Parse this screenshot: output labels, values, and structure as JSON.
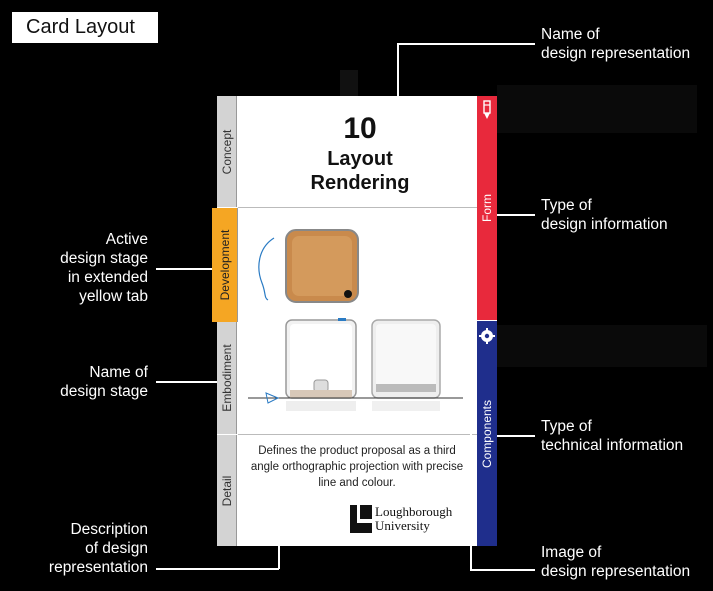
{
  "title": "Card Layout",
  "card": {
    "number": "10",
    "name_line1": "Layout",
    "name_line2": "Rendering",
    "description": "Defines the product proposal as a third angle orthographic projection with precise line and colour.",
    "university_line1": "Loughborough",
    "university_line2": "University",
    "stages": [
      "Concept",
      "Development",
      "Embodiment",
      "Detail"
    ],
    "active_stage": "Development",
    "info_types": [
      "Form",
      "Components"
    ],
    "colors": {
      "active_tab": "#f5a623",
      "form_tab": "#e8293c",
      "components_tab": "#1f2e8c",
      "stage_tab": "#d3d3d3"
    }
  },
  "annotations": {
    "name_of_rep": [
      "Name of",
      "design representation"
    ],
    "type_design_info": [
      "Type of",
      "design information"
    ],
    "active_stage": [
      "Active",
      "design stage",
      "in extended",
      "yellow tab"
    ],
    "name_of_stage": [
      "Name of",
      "design stage"
    ],
    "type_tech_info": [
      "Type of",
      "technical information"
    ],
    "description": [
      "Description",
      "of design",
      "representation"
    ],
    "image_of_rep": [
      "Image of",
      "design representation"
    ]
  }
}
